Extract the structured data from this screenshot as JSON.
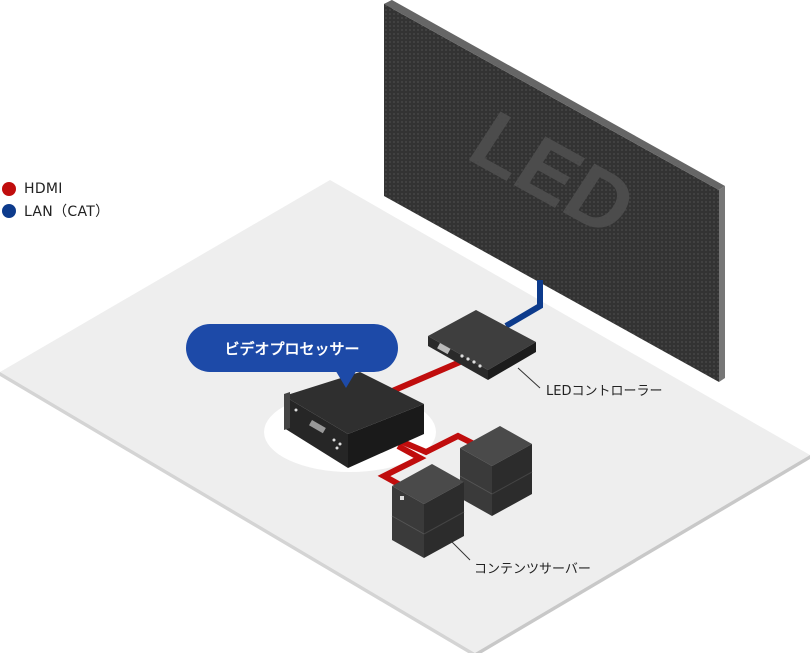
{
  "legend": {
    "items": [
      {
        "label": "HDMI",
        "color": "#c00d0d"
      },
      {
        "label": "LAN（CAT）",
        "color": "#0d3b8c"
      }
    ]
  },
  "display": {
    "text": "LED"
  },
  "callout": {
    "text": "ビデオプロセッサー"
  },
  "labels": {
    "controller": "LEDコントローラー",
    "servers": "コンテンツサーバー"
  },
  "colors": {
    "hdmi": "#c00d0d",
    "lan": "#0d3b8c",
    "callout": "#1d4aa8",
    "floor": "#eeeeee",
    "led_panel": "#3a3a3a"
  }
}
